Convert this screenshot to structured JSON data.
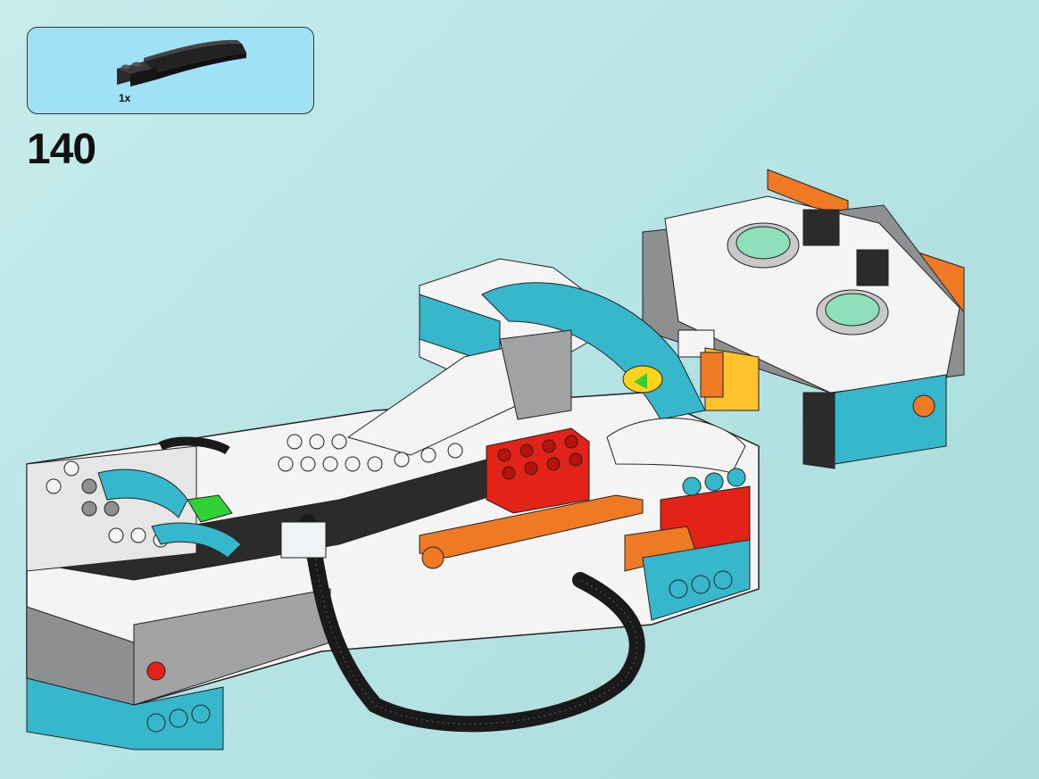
{
  "parts_callout": {
    "quantity": "1x",
    "part_icon": "curved-slope-brick-black-icon",
    "part_color": "#1f1f1f"
  },
  "step": {
    "number": "140"
  },
  "model": {
    "icon": "lego-build-model",
    "colors": {
      "teal": "#36b7cc",
      "white": "#f4f4f4",
      "gray": "#8d8f91",
      "dark": "#2b2b2b",
      "orange": "#f07a24",
      "red": "#e32317",
      "green": "#2fd134",
      "cable": "#1a1a1a"
    }
  }
}
